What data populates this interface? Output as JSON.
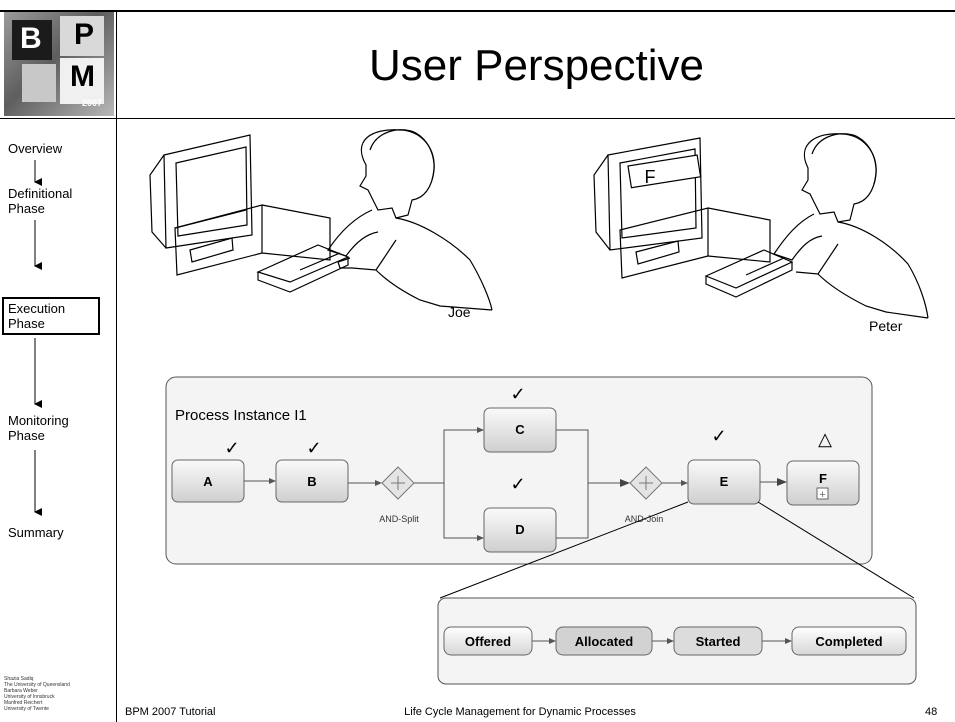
{
  "slide": {
    "title": "User Perspective",
    "logo": {
      "b": "B",
      "p": "P",
      "m": "M",
      "year": "2007"
    }
  },
  "sidebar": {
    "items": [
      {
        "label": "Overview"
      },
      {
        "label": "Definitional Phase"
      },
      {
        "label": "Execution Phase",
        "active": true
      },
      {
        "label": "Monitoring Phase"
      },
      {
        "label": "Summary"
      }
    ],
    "credits": [
      "Shazia Sadiq",
      "The University of Queensland",
      "Barbara Weber",
      "University of Innsbruck",
      "Manfred Reichert",
      "University of Twente"
    ]
  },
  "users": [
    {
      "name": "Joe"
    },
    {
      "name": "Peter",
      "screen_label": "F"
    }
  ],
  "process": {
    "title": "Process Instance I1",
    "activities": [
      "A",
      "B",
      "C",
      "D",
      "E",
      "F"
    ],
    "gateways": {
      "split": "AND-Split",
      "join": "AND-Join"
    },
    "check": "✓",
    "pending": "△",
    "subprocess_marker": "+"
  },
  "lifecycle": {
    "states": [
      "Offered",
      "Allocated",
      "Started",
      "Completed"
    ]
  },
  "footer": {
    "left": "BPM 2007 Tutorial",
    "center": "Life Cycle Management for Dynamic Processes",
    "page": "48"
  }
}
